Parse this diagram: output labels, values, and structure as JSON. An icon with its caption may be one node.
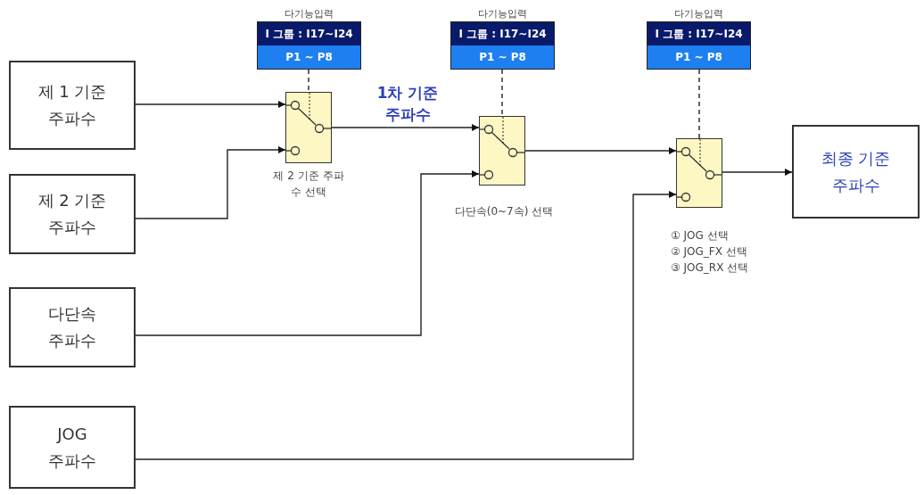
{
  "diagram": {
    "nodes": [
      {
        "text": [
          "제 1 기준 주파수"
        ]
      },
      {
        "text": [
          "제 2 기준 주파수"
        ]
      },
      {
        "text": [
          "다단속 주파수"
        ]
      },
      {
        "text": [
          "JOG 주파수"
        ]
      },
      {
        "text": [],
        "shape": "box",
        "beside": [
          "제 2 기준 주파수 선택"
        ]
      },
      {
        "text": [],
        "shape": "box",
        "beside": [
          "다단속(0~7속) 선택"
        ]
      },
      {
        "text": [],
        "shape": "box",
        "beside": [
          "① JOG 선택",
          "② JOG_FX 선택",
          "③ JOG_RX 선택"
        ]
      },
      {
        "text": [
          "최종 기준 주파수"
        ]
      },
      {
        "text": [
          "다기능입력",
          "I 그룹 : I17~I24",
          "P1 ~ P8"
        ]
      },
      {
        "text": [
          "다기능입력",
          "I 그룹 : I17~I24",
          "P1 ~ P8"
        ]
      },
      {
        "text": [
          "다기능입력",
          "I 그룹 : I17~I24",
          "P1 ~ P8"
        ]
      }
    ],
    "edges": [
      {
        "from": 0,
        "to": 4,
        "arrow": "to"
      },
      {
        "from": 1,
        "to": 4,
        "arrow": "to"
      },
      {
        "from": 4,
        "to": 5,
        "arrow": "to",
        "label": "1차 기준 주파수"
      },
      {
        "from": 2,
        "to": 5,
        "arrow": "to"
      },
      {
        "from": 5,
        "to": 6,
        "arrow": "to"
      },
      {
        "from": 3,
        "to": 6,
        "arrow": "to"
      },
      {
        "from": 6,
        "to": 7,
        "arrow": "to"
      },
      {
        "from": 8,
        "to": 4,
        "arrow": "none",
        "style": "dashed"
      },
      {
        "from": 9,
        "to": 5,
        "arrow": "none",
        "style": "dashed"
      },
      {
        "from": 10,
        "to": 6,
        "arrow": "none",
        "style": "dashed"
      }
    ]
  }
}
